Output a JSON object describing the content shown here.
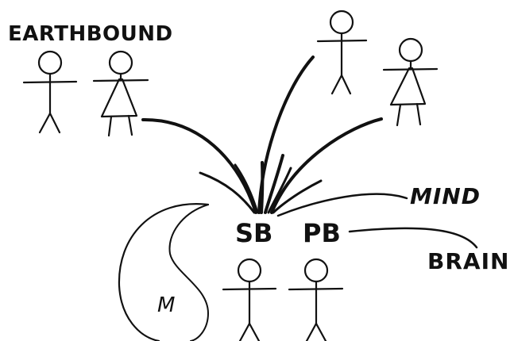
{
  "labels": {
    "earthbound": "EARTHBOUND",
    "mind": "MIND",
    "brain": "BRAIN",
    "sb": "SB",
    "pb": "PB",
    "m": "M"
  },
  "colors": {
    "ink": "#111111",
    "background": "#ffffff"
  }
}
